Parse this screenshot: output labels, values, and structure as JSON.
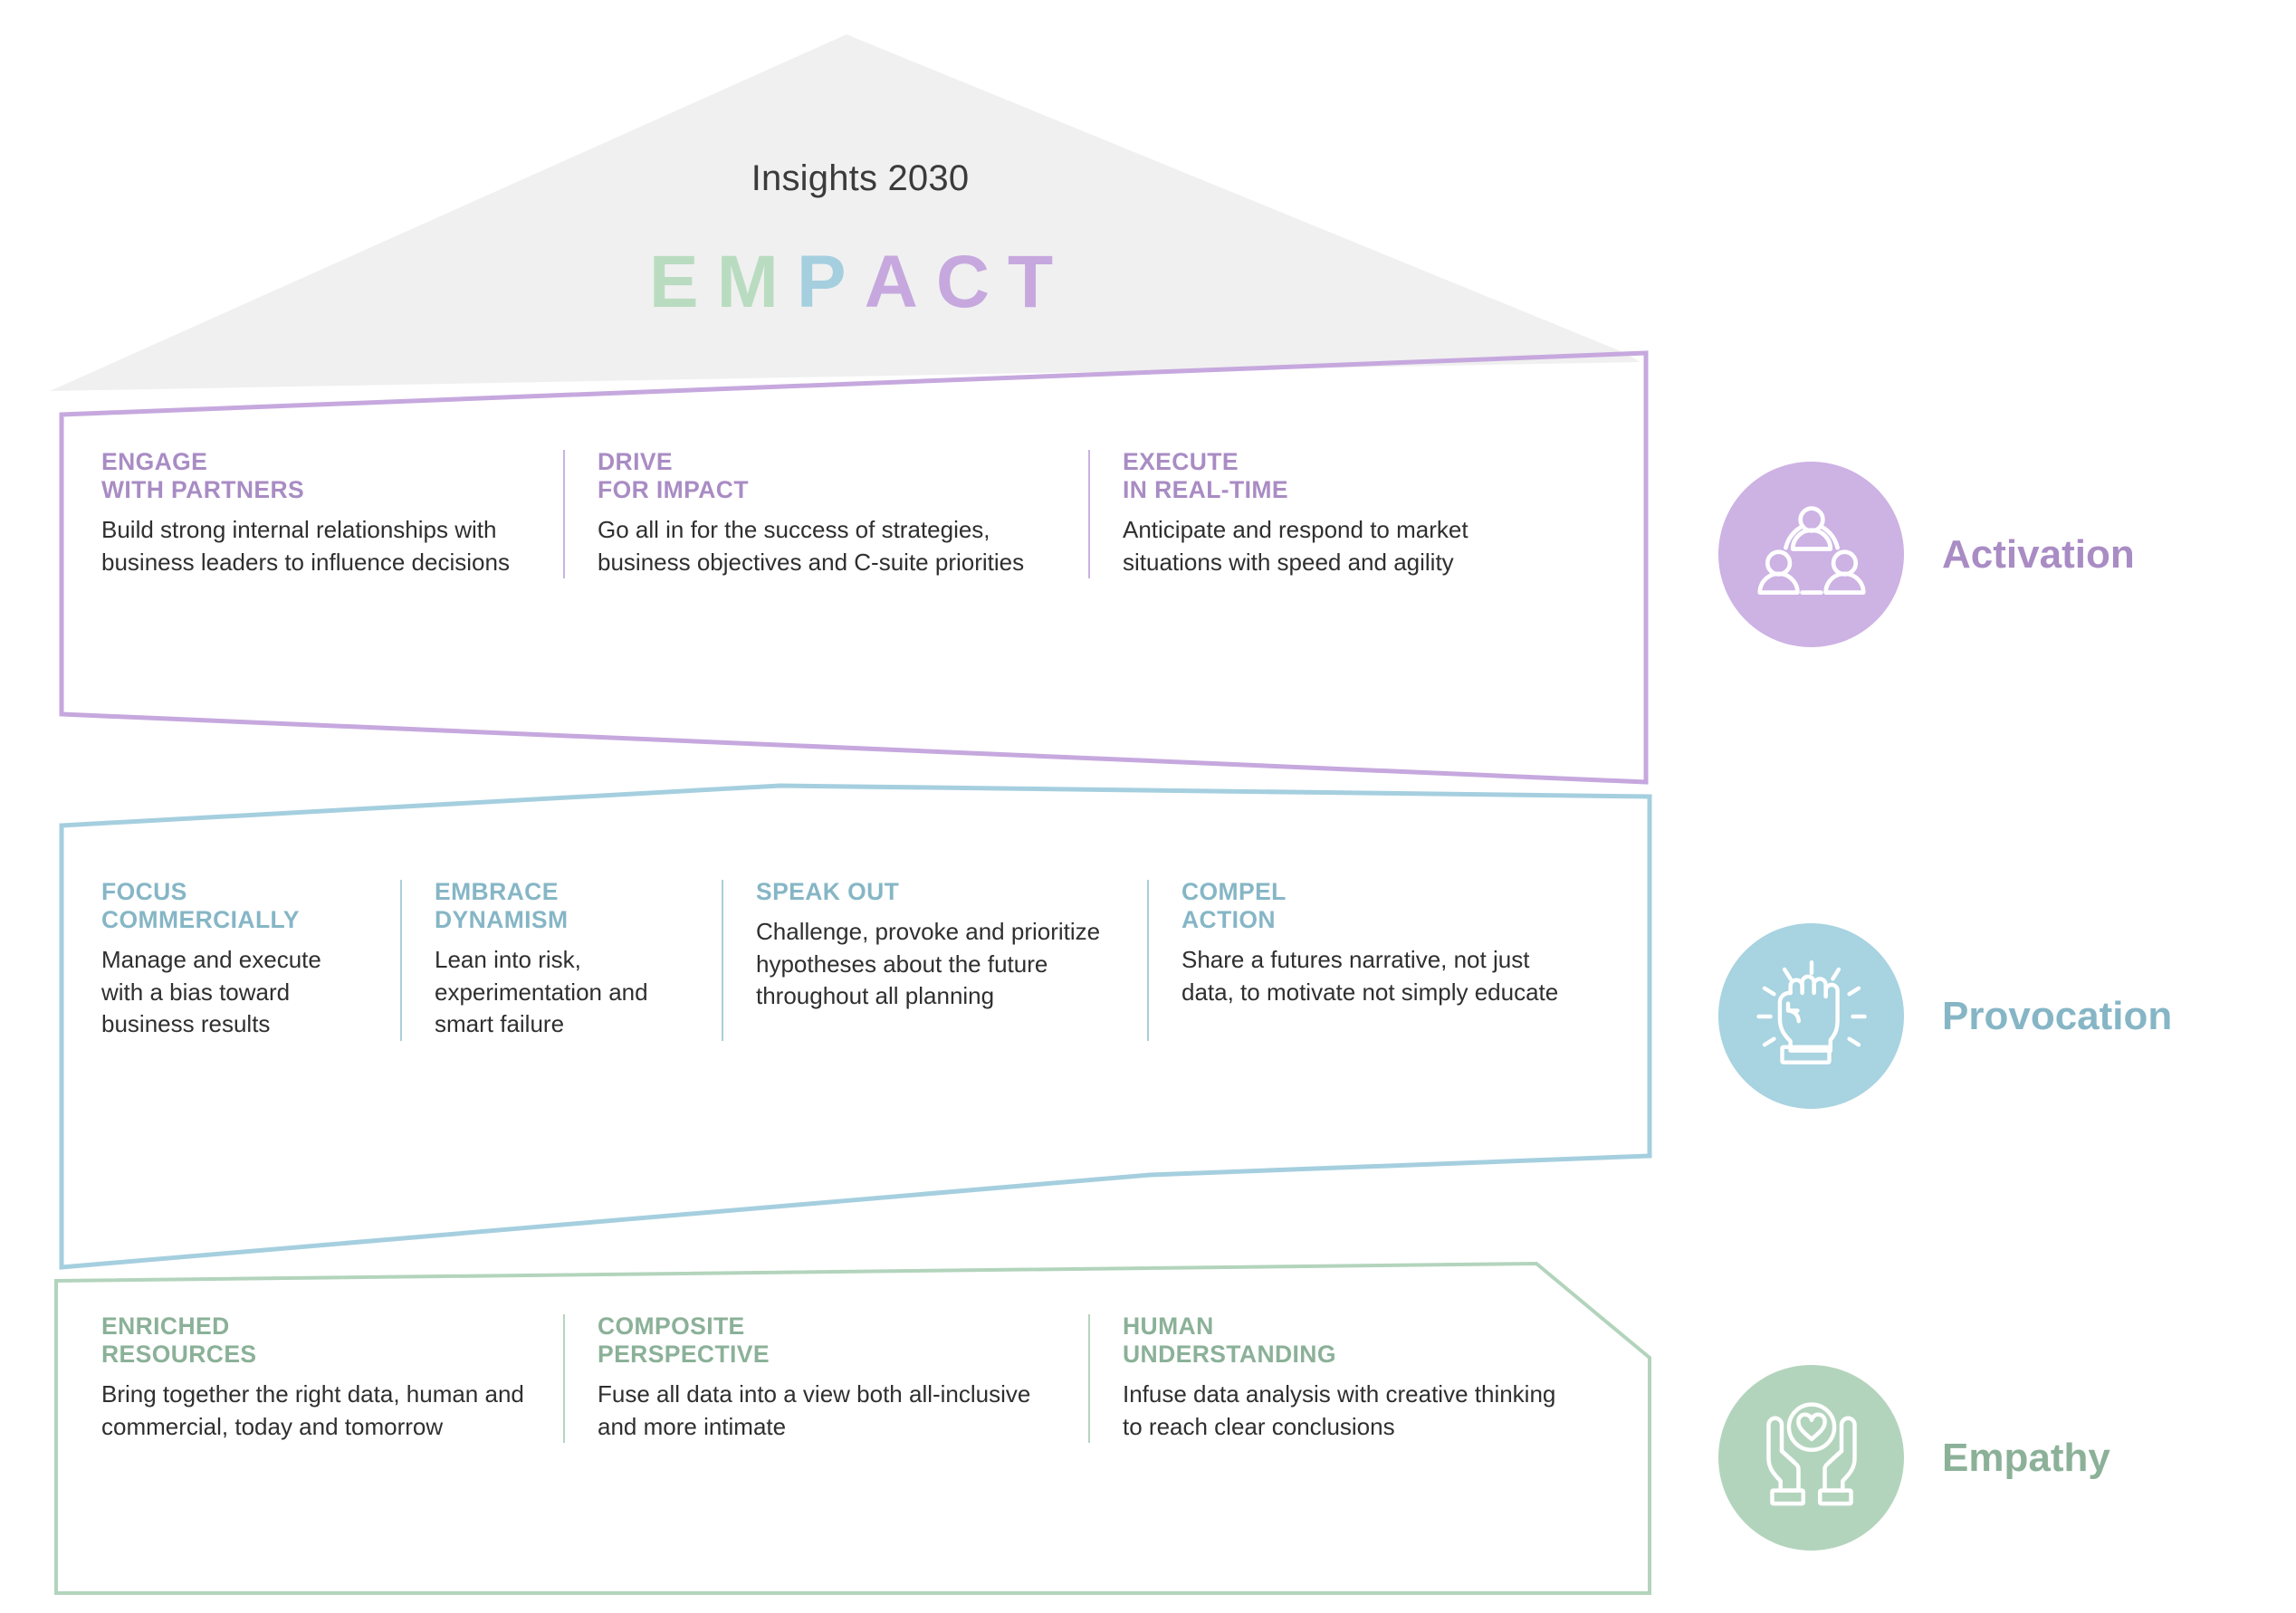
{
  "header": {
    "title": "Insights 2030",
    "acronym_letters": [
      {
        "char": "E",
        "color": "#b9dcc0"
      },
      {
        "char": "M",
        "color": "#b9dcc0"
      },
      {
        "char": "P",
        "color": "#a5cfdf"
      },
      {
        "char": "A",
        "color": "#c6a8de"
      },
      {
        "char": "C",
        "color": "#c6a8de"
      },
      {
        "char": "T",
        "color": "#c6a8de"
      }
    ],
    "acronym_text": "EMPACT"
  },
  "pillars": [
    {
      "id": "activation",
      "label": "Activation",
      "color": "#a98cc4",
      "badge_color": "#cdb2e4",
      "icon": "people-network-icon",
      "items": [
        {
          "kicker_line1": "ENGAGE",
          "kicker_line2": "WITH PARTNERS",
          "body": "Build strong internal relationships with business leaders to influence decisions"
        },
        {
          "kicker_line1": "DRIVE",
          "kicker_line2": "FOR IMPACT",
          "body": "Go all in for the success of strategies, business objectives and C-suite priorities"
        },
        {
          "kicker_line1": "EXECUTE",
          "kicker_line2": "IN REAL-TIME",
          "body": "Anticipate and respond to market situations with speed and agility"
        }
      ]
    },
    {
      "id": "provocation",
      "label": "Provocation",
      "color": "#86b6c6",
      "badge_color": "#a8d3e0",
      "icon": "raised-fist-icon",
      "items": [
        {
          "kicker_line1": "FOCUS",
          "kicker_line2": "COMMERCIALLY",
          "body": "Manage and execute with a bias toward business results"
        },
        {
          "kicker_line1": "EMBRACE",
          "kicker_line2": "DYNAMISM",
          "body": "Lean into risk, experimentation and smart failure"
        },
        {
          "kicker_line1": "SPEAK OUT",
          "kicker_line2": "",
          "body": "Challenge, provoke and prioritize hypotheses about the future throughout all planning"
        },
        {
          "kicker_line1": "COMPEL",
          "kicker_line2": "ACTION",
          "body": "Share a futures narrative, not just data, to motivate not simply educate"
        }
      ]
    },
    {
      "id": "empathy",
      "label": "Empathy",
      "color": "#8bb198",
      "badge_color": "#b3d4bc",
      "icon": "hands-heart-icon",
      "items": [
        {
          "kicker_line1": "ENRICHED",
          "kicker_line2": "RESOURCES",
          "body": "Bring together the right data, human and commercial, today and tomorrow"
        },
        {
          "kicker_line1": "COMPOSITE",
          "kicker_line2": "PERSPECTIVE",
          "body": "Fuse all data into a view both all-inclusive and more intimate"
        },
        {
          "kicker_line1": "HUMAN",
          "kicker_line2": "UNDERSTANDING",
          "body": "Infuse data analysis with creative thinking to reach clear conclusions"
        }
      ]
    }
  ],
  "roof": {
    "fill_color": "#f0f0f0"
  }
}
